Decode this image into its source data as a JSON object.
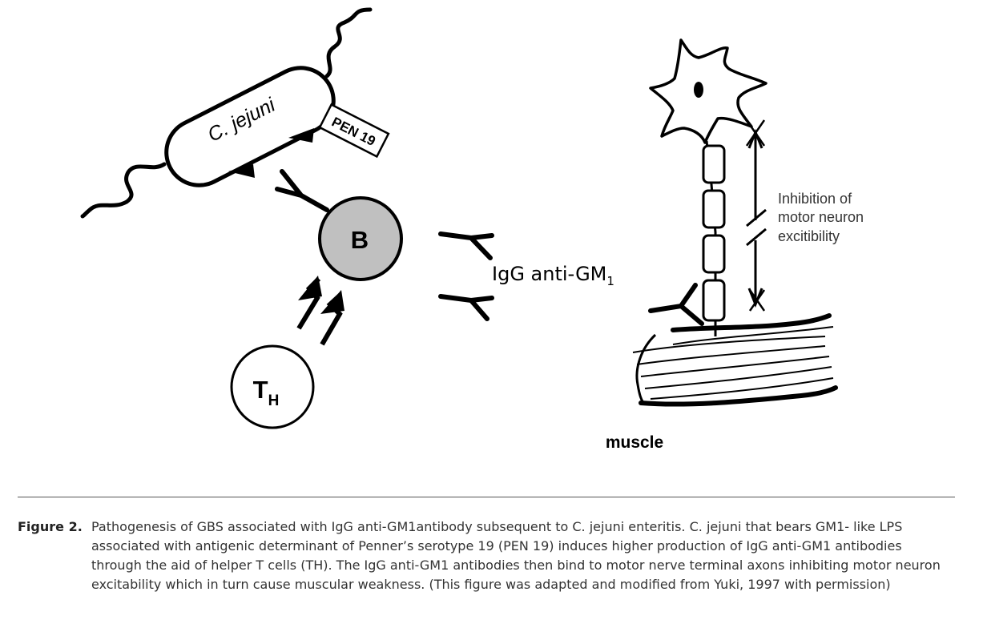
{
  "diagram": {
    "bacterium_label": "C. jejuni",
    "serotype_label": "PEN 19",
    "b_cell_label": "B",
    "th_cell_main": "T",
    "th_cell_sub": "H",
    "antibody_label_main": "IgG anti-GM",
    "antibody_label_sub": "1",
    "inhibition_lines": [
      "Inhibition of",
      "motor neuron",
      "excitibility"
    ],
    "muscle_label": "muscle"
  },
  "caption": {
    "label": "Figure 2.",
    "text": "Pathogenesis of GBS associated with IgG anti-GM1antibody subsequent to C. jejuni enteritis. C. jejuni that bears GM1- like LPS associated with antigenic determinant of Penner’s serotype 19 (PEN 19) induces higher production of IgG anti-GM1 antibodies through the aid of helper T cells (TH). The IgG anti-GM1 antibodies then bind to motor nerve terminal axons inhibiting motor neuron excitability which in turn cause muscular weakness. (This figure was adapted and modified from Yuki, 1997 with permission)"
  }
}
